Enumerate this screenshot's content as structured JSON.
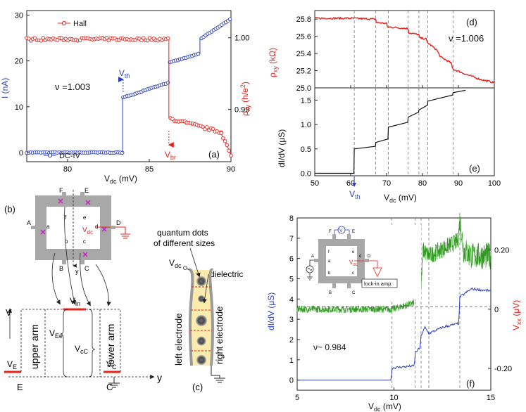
{
  "colors": {
    "blue": "#2e3fbf",
    "red": "#e5231c",
    "green": "#2f9a1f",
    "gray": "#9a9a9a",
    "yellow": "#fbecae",
    "dark": "#222222",
    "magenta": "#c21fc2"
  },
  "chart_data": [
    {
      "id": "a",
      "type": "line",
      "panel_label": "(a)",
      "xlabel": "V",
      "xlabel_sub": "dc",
      "xlabel_unit": " (mV)",
      "ylabel": "I (nA)",
      "y2label": "ρ",
      "y2label_sub": "xy",
      "y2label_unit": " (h/e",
      "y2label_sup": "2",
      "y2label_end": ")",
      "xlim": [
        77.5,
        90
      ],
      "ylim": [
        -2,
        31
      ],
      "y2lim": [
        0.9827,
        1.0038
      ],
      "xticks": [
        80,
        85,
        90
      ],
      "yticks": [
        0,
        10,
        20,
        30
      ],
      "y2ticks": [
        0.99,
        1.0
      ],
      "y2ticklabels": [
        "0.99",
        "1.00"
      ],
      "annotation": "ν =1.003",
      "arrow_labels": {
        "vth": "V",
        "vth_sub": "th",
        "vbr": "V",
        "vbr_sub": "br"
      },
      "marks": {
        "vth_x": 83.4,
        "vbr_x": 86.2
      },
      "series": [
        {
          "name": "DC-IV",
          "axis": "left",
          "color": "blue",
          "segments": [
            {
              "x": [
                77.5,
                83.35
              ],
              "y": [
                0,
                0
              ]
            },
            {
              "x": [
                83.4,
                86.2
              ],
              "y": [
                12.0,
                15.3
              ]
            },
            {
              "x": [
                86.2,
                88.0
              ],
              "y": [
                19.6,
                21.5
              ]
            },
            {
              "x": [
                88.2,
                90.0
              ],
              "y": [
                25.0,
                29.2
              ]
            }
          ]
        },
        {
          "name": "Hall",
          "axis": "right",
          "color": "red",
          "segments": [
            {
              "x": [
                77.5,
                86.15
              ],
              "y": [
                0.9998,
                0.9998
              ]
            },
            {
              "x": [
                86.3,
                89.4
              ],
              "y": [
                0.9887,
                0.9868
              ]
            },
            {
              "x": [
                89.4,
                90.0
              ],
              "y": [
                0.9868,
                0.9836
              ]
            }
          ]
        }
      ]
    },
    {
      "id": "d",
      "type": "line",
      "panel_label": "(d)",
      "ylabel": "ρ",
      "ylabel_sub": "xy",
      "ylabel_unit": " (kΩ)",
      "xlim": [
        50,
        100
      ],
      "ylim": [
        25.0,
        25.9
      ],
      "yticks": [
        25.0,
        25.2,
        25.4,
        25.6,
        25.8
      ],
      "yticklabels": [
        "25.0",
        "25.2",
        "25.4",
        "25.6",
        "25.8"
      ],
      "annotation": "ν =1.006",
      "series": [
        {
          "color": "red",
          "x": [
            50,
            60,
            67,
            67.2,
            70,
            70.2,
            76,
            76.2,
            79,
            79.2,
            81,
            81.3,
            84,
            85,
            88,
            88.4,
            92,
            96,
            100
          ],
          "y": [
            25.81,
            25.81,
            25.8,
            25.76,
            25.75,
            25.71,
            25.69,
            25.64,
            25.62,
            25.58,
            25.57,
            25.53,
            25.44,
            25.36,
            25.29,
            25.22,
            25.16,
            25.1,
            25.06
          ]
        }
      ]
    },
    {
      "id": "e",
      "type": "line",
      "panel_label": "(e)",
      "xlabel": "V",
      "xlabel_sub": "dc",
      "xlabel_unit": " (mV)",
      "ylabel": "dI/dV (μS)",
      "xlim": [
        50,
        100
      ],
      "ylim": [
        -0.05,
        1.75
      ],
      "xticks": [
        50,
        60,
        70,
        80,
        90,
        100
      ],
      "yticks": [
        0.0,
        0.5,
        1.0,
        1.5
      ],
      "yticklabels": [
        "0.0",
        "0.5",
        "1.0",
        "1.5"
      ],
      "arrow_labels": {
        "vth": "V",
        "vth_sub": "th"
      },
      "marks": {
        "vth_x": 61
      },
      "dashed_x": [
        61,
        67,
        70.5,
        76,
        79,
        81.5,
        88.5
      ],
      "series": [
        {
          "color": "dark",
          "x": [
            50,
            60.9,
            61,
            66.9,
            67,
            70.4,
            70.5,
            75.9,
            76,
            78.9,
            79,
            81.4,
            81.5,
            88.4,
            88.5,
            92
          ],
          "y": [
            0,
            0,
            0.5,
            0.55,
            0.63,
            0.7,
            0.95,
            1.05,
            1.15,
            1.25,
            1.3,
            1.4,
            1.48,
            1.6,
            1.65,
            1.7
          ]
        }
      ]
    },
    {
      "id": "f",
      "type": "line",
      "panel_label": "(f)",
      "xlabel": "V",
      "xlabel_sub": "dc",
      "xlabel_unit": " (mV)",
      "ylabel": "dI/dV (μS)",
      "y2label": "V",
      "y2label_sub": "xx",
      "y2label_unit": " (μV)",
      "xlim": [
        5,
        15
      ],
      "ylim": [
        -0.5,
        8
      ],
      "y2lim": [
        -0.2737,
        0.3084
      ],
      "xticks": [
        5,
        10,
        15
      ],
      "yticks": [
        0,
        1,
        2,
        3,
        4,
        5,
        6,
        7,
        8
      ],
      "y2ticks": [
        -0.2,
        0,
        0.2
      ],
      "y2ticklabels": [
        "-0.20",
        "0",
        "0.20"
      ],
      "annotation": "ν~ 0.984",
      "dashed_x": [
        9.9,
        11.1,
        11.4,
        11.8,
        13.4
      ],
      "series": [
        {
          "color": "blue",
          "axis": "left",
          "x": [
            5,
            9.85,
            9.9,
            11.05,
            11.1,
            11.35,
            11.4,
            11.6,
            11.8,
            12.5,
            13.35,
            13.4,
            14.0,
            15
          ],
          "y": [
            0,
            0,
            0.6,
            0.7,
            1.35,
            1.6,
            2.2,
            2.6,
            2.3,
            2.6,
            2.8,
            4.1,
            4.5,
            4.4
          ]
        },
        {
          "color": "green",
          "axis": "right",
          "x": [
            5,
            9.9,
            11.0,
            11.1,
            11.2,
            11.4,
            11.5,
            11.8,
            13.3,
            13.4,
            13.6,
            14.0,
            15
          ],
          "y": [
            0.0,
            0.0,
            0.02,
            0.05,
            0.12,
            0.08,
            0.2,
            0.18,
            0.23,
            0.3,
            0.2,
            0.18,
            0.18
          ]
        }
      ]
    }
  ],
  "diagrams": {
    "b": {
      "label": "(b)",
      "contacts": [
        "F",
        "E",
        "A",
        "D",
        "B",
        "C"
      ],
      "inner": [
        "a",
        "b",
        "c",
        "d",
        "e",
        "f"
      ],
      "vdc": "V",
      "vdc_sub": "dc",
      "y_axis": "y",
      "bottom": {
        "V": "V",
        "E": "E",
        "C": "C",
        "y": "y",
        "VE": "V",
        "VE_sub": "E",
        "Vin": "V",
        "Vin_sub": "in",
        "VC": "V",
        "VC_sub": "C",
        "VEe": "V",
        "VEe_sub": "Ee",
        "VcC": "V",
        "VcC_sub": "cC",
        "upper_arm": "upper arm",
        "lower_arm": "lower arm"
      }
    },
    "c": {
      "label": "(c)",
      "vdc": "V",
      "vdc_sub": "dc",
      "title1": "quantum dots",
      "title2": "of different sizes",
      "dielectric": "dielectric",
      "left_electrode": "left electrode",
      "right_electrode": "right electrode"
    },
    "f_inset": {
      "contacts": [
        "F",
        "E",
        "A",
        "D",
        "B",
        "C"
      ],
      "inner": [
        "a",
        "b",
        "c",
        "d",
        "e",
        "f"
      ],
      "v": "V",
      "vdc": "V",
      "vdc_sub": "dc",
      "lockin": "lock-in amp."
    }
  }
}
